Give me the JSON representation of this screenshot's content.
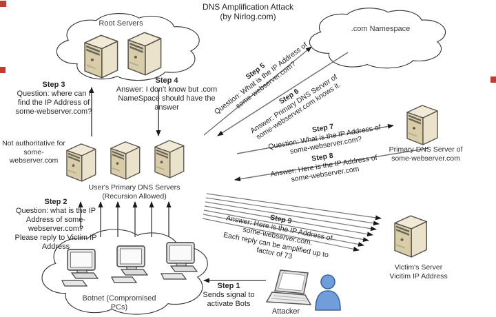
{
  "title": {
    "line1": "DNS Amplification Attack",
    "line2": "(by Nirlog.com)"
  },
  "labels": {
    "root_cloud": "Root Servers",
    "com_cloud": ".com Namespace",
    "botnet_cloud": "Botnet (Compromised PCs)",
    "users_dns_1": "User's Primary DNS Servers",
    "users_dns_2": "(Recursion Allowed)",
    "primary_dns_1": "Primary DNS Server of",
    "primary_dns_2": "some-webserver.com",
    "victim_1": "Victim's Server",
    "victim_2": "Vicitim IP Address",
    "attacker": "Attacker",
    "not_auth_1": "Not authoritative for",
    "not_auth_2": "some-webserver.com"
  },
  "steps": {
    "step1": {
      "title": "Step 1",
      "lines": [
        "Sends signal to",
        "activate Bots"
      ]
    },
    "step2": {
      "title": "Step 2",
      "lines": [
        "Question: what is the IP",
        "Address of some-",
        "webserver.com?",
        "Please reply to Victim IP",
        "Address"
      ]
    },
    "step3": {
      "title": "Step 3",
      "lines": [
        "Question: where can I",
        "find the IP Address of",
        "some-webserver.com?"
      ]
    },
    "step4": {
      "title": "Step 4",
      "lines": [
        "Answer: I don't know but .com",
        "NameSpace should have the",
        "answer"
      ]
    },
    "step5": {
      "title": "Step 5",
      "lines": [
        "Question: What is the IP Address of",
        "some-webserver.com?"
      ]
    },
    "step6": {
      "title": "Step 6",
      "lines": [
        "Answer: Primary DNS Server of",
        "some-webserver.com knows it."
      ]
    },
    "step7": {
      "title": "Step 7",
      "lines": [
        "Question: What is the IP Address of",
        "some-webserver.com?"
      ]
    },
    "step8": {
      "title": "Step 8",
      "lines": [
        "Answer: Here is the IP Address of",
        "some-webserver.com"
      ]
    },
    "step9": {
      "title": "Step 9",
      "lines": [
        "Answer: Here is the IP Address of",
        "some-webserver.com.",
        "Each reply can be amplified up to",
        "factor of 73"
      ]
    }
  },
  "colors": {
    "line_gray": "#6e6e6e",
    "line_dark": "#333333",
    "arrowhead": "#1a1a1a",
    "server_front": "#d9cda9",
    "server_side": "#eae2ca",
    "server_top": "#f0ead6",
    "person_blue": "#6f9edb"
  }
}
